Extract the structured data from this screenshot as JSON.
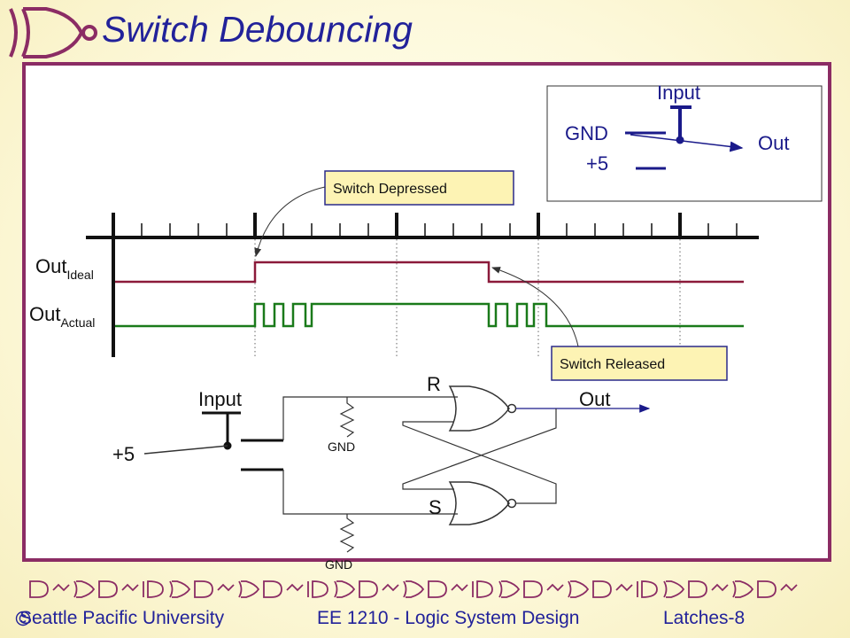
{
  "title": "Switch Debouncing",
  "inset": {
    "input_label": "Input",
    "gnd_label": "GND",
    "plus5_label": "+5",
    "out_label": "Out"
  },
  "timing": {
    "out_ideal_main": "Out",
    "out_ideal_sub": "Ideal",
    "out_actual_main": "Out",
    "out_actual_sub": "Actual",
    "callout_depressed": "Switch Depressed",
    "callout_released": "Switch Released",
    "color_ideal": "#8b1a3a",
    "color_actual": "#1a7a1a"
  },
  "circuit": {
    "input_label": "Input",
    "plus5_label": "+5",
    "r_label": "R",
    "s_label": "S",
    "out_label": "Out",
    "gnd_top_label": "GND",
    "gnd_bottom_label": "GND"
  },
  "footer": {
    "university": "Seattle Pacific University",
    "course": "EE 1210 - Logic System Design",
    "slide_id": "Latches-8"
  },
  "colors": {
    "title": "#22229a",
    "frame": "#8b2c64",
    "callout_fill": "#fdf3b4",
    "callout_border": "#2a2a8a"
  },
  "icons": [
    "nor-gate-logo-icon",
    "copyright-icon",
    "gate-pattern-border"
  ]
}
